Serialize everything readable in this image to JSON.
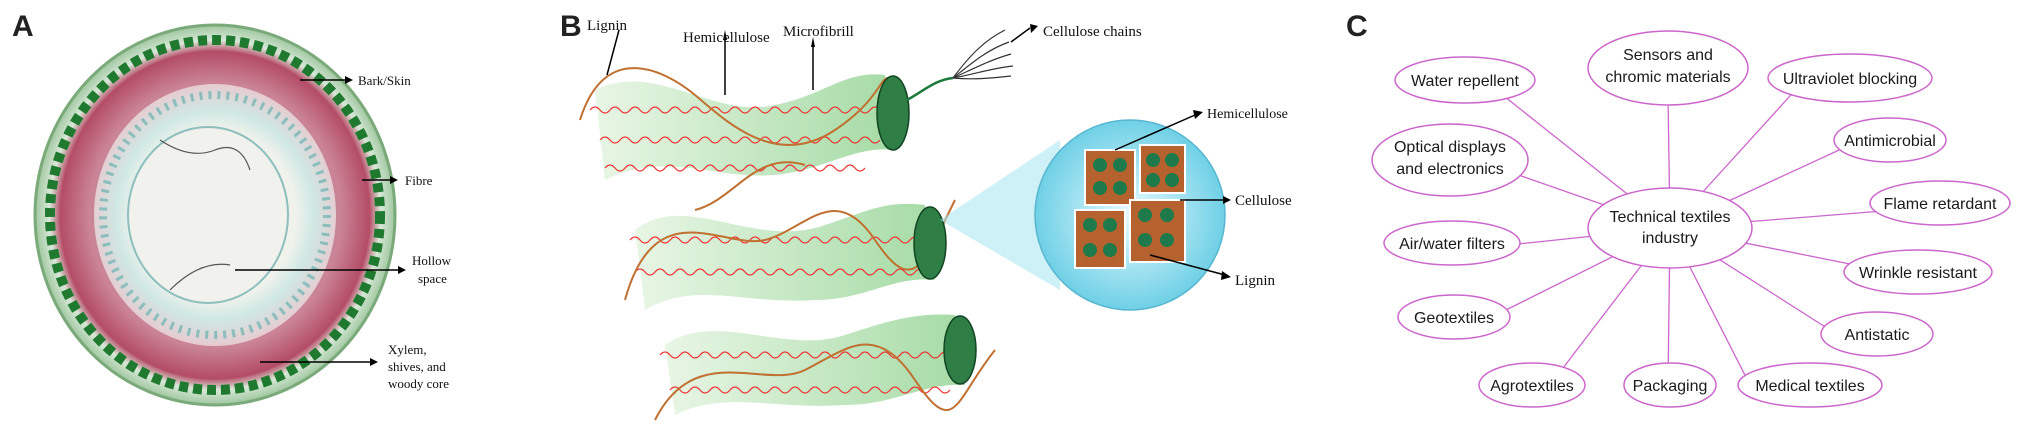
{
  "panels": {
    "a": {
      "letter": "A",
      "labels": {
        "bark": "Bark/Skin",
        "fibre": "Fibre",
        "hollow_1": "Hollow",
        "hollow_2": "space",
        "xylem_1": "Xylem,",
        "xylem_2": "shives, and",
        "xylem_3": "woody core"
      }
    },
    "b": {
      "letter": "B",
      "labels": {
        "lignin_top": "Lignin",
        "hemicellulose_top": "Hemicellulose",
        "microfibrill": "Microfibrill",
        "cellulose_chains": "Cellulose chains",
        "hemicellulose_right": "Hemicellulose",
        "cellulose": "Cellulose",
        "lignin_right": "Lignin"
      }
    },
    "c": {
      "letter": "C",
      "center_line1": "Technical textiles",
      "center_line2": "industry",
      "nodes": {
        "water": "Water repellent",
        "sensors_1": "Sensors and",
        "sensors_2": "chromic materials",
        "uv": "Ultraviolet blocking",
        "optical_1": "Optical displays",
        "optical_2": "and electronics",
        "antimicrobial": "Antimicrobial",
        "flame": "Flame retardant",
        "filters": "Air/water filters",
        "wrinkle": "Wrinkle resistant",
        "geotextiles": "Geotextiles",
        "antistatic": "Antistatic",
        "agro": "Agrotextiles",
        "packaging": "Packaging",
        "medical": "Medical textiles"
      }
    }
  },
  "colors": {
    "stem_green": "#2f8a3a",
    "stem_red": "#b8506a",
    "node_outline": "#cc66cc",
    "fibre_green": "#a6dca8",
    "wave_red": "#ee3333",
    "lignin_brown": "#c07030"
  }
}
